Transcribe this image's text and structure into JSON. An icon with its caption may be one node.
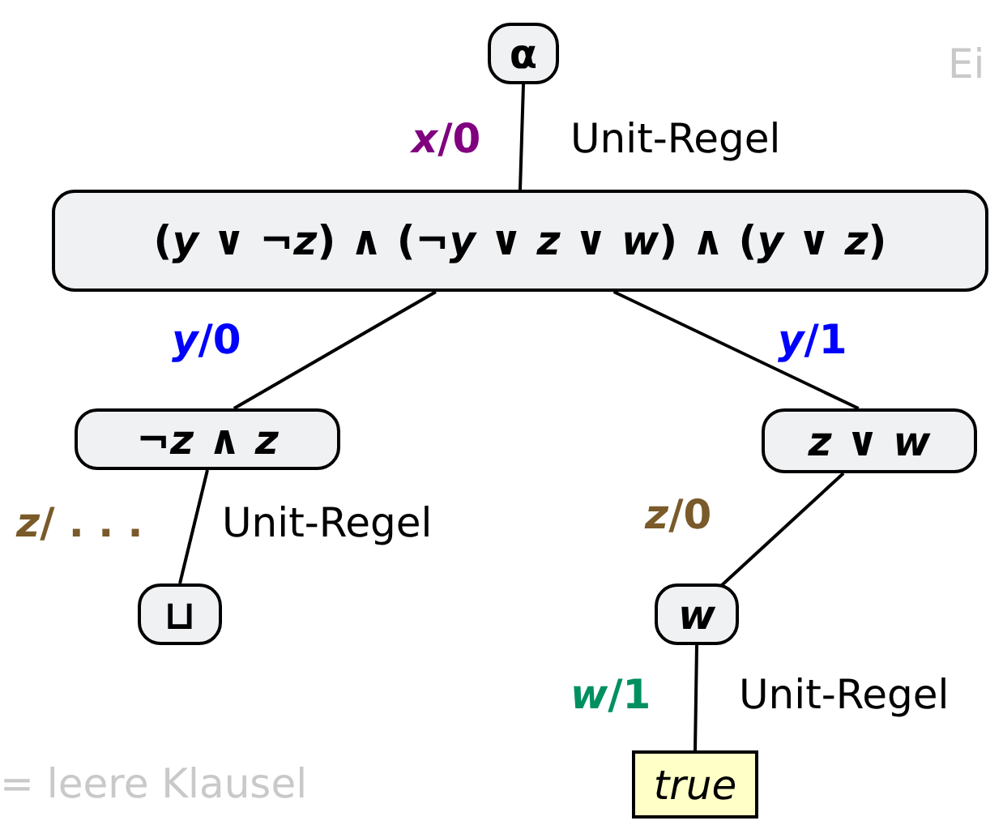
{
  "diagram": {
    "nodes": [
      {
        "text": [
          "α"
        ]
      },
      {
        "text": [
          "(*y* ∨ ¬*z*) ∧ (¬*y* ∨ *z* ∨ *w*) ∧ (*y* ∨ *z*)"
        ]
      },
      {
        "text": [
          "¬*z* ∧ *z*"
        ]
      },
      {
        "text": [
          "*z* ∨ *w*"
        ]
      },
      {
        "text": [
          "⊔"
        ]
      },
      {
        "text": [
          "*w*"
        ]
      },
      {
        "text": [
          "true"
        ]
      }
    ],
    "edges": [
      {
        "from": 0,
        "to": 1,
        "arrow": "none",
        "label": "*x*/0"
      },
      {
        "from": 1,
        "to": 2,
        "arrow": "none",
        "label": "*y*/0"
      },
      {
        "from": 1,
        "to": 3,
        "arrow": "none",
        "label": "*y*/1"
      },
      {
        "from": 2,
        "to": 4,
        "arrow": "none",
        "label": "*z*/ . . ."
      },
      {
        "from": 3,
        "to": 5,
        "arrow": "none",
        "label": "*z*/0"
      },
      {
        "from": 5,
        "to": 6,
        "arrow": "none",
        "label": "*w*/1"
      }
    ],
    "labels": [
      "Ei",
      "Unit-Regel",
      "Unit-Regel",
      "Unit-Regel",
      "= leere Klausel"
    ]
  }
}
